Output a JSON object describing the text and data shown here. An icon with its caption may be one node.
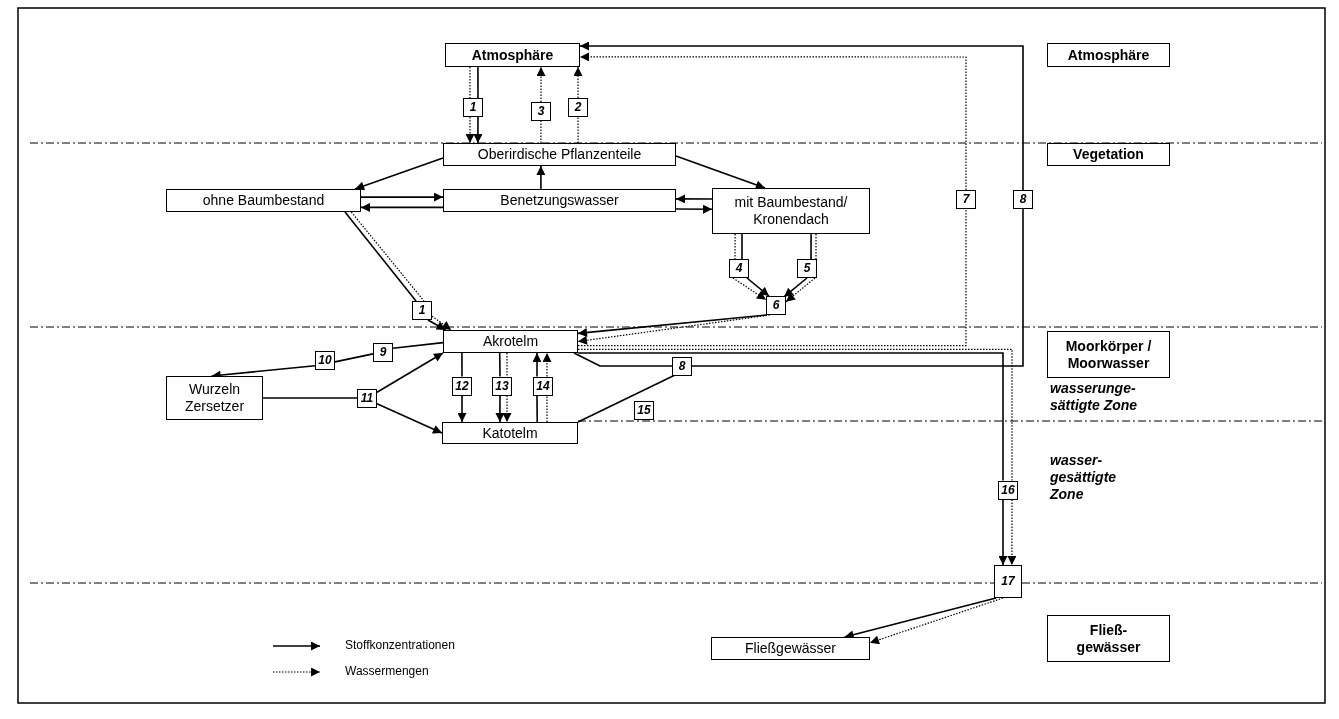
{
  "diagram": {
    "nodes": [
      {
        "text": [
          "Atmosphäre"
        ]
      },
      {
        "text": [
          "Oberirdische Pflanzenteile"
        ]
      },
      {
        "text": [
          "ohne Baumbestand"
        ]
      },
      {
        "text": [
          "Benetzungswasser"
        ]
      },
      {
        "text": [
          "mit Baumbestand/ Kronendach"
        ]
      },
      {
        "text": [
          "6"
        ]
      },
      {
        "text": [
          "Akrotelm"
        ]
      },
      {
        "text": [
          "Wurzeln Zersetzer"
        ]
      },
      {
        "text": [
          "Katotelm"
        ]
      },
      {
        "text": [
          "17"
        ]
      },
      {
        "text": [
          "Fließgewässer"
        ]
      },
      {
        "text": [
          "Atmosphäre"
        ]
      },
      {
        "text": [
          "Vegetation"
        ]
      },
      {
        "text": [
          "Moorkörper / Moorwasser"
        ]
      },
      {
        "text": [
          "Fließ- gewässer"
        ]
      },
      {
        "text": [
          "1"
        ]
      },
      {
        "text": [
          "3"
        ]
      },
      {
        "text": [
          "2"
        ]
      },
      {
        "text": [
          "1"
        ]
      },
      {
        "text": [
          "4"
        ]
      },
      {
        "text": [
          "5"
        ]
      },
      {
        "text": [
          "7"
        ]
      },
      {
        "text": [
          "8"
        ]
      },
      {
        "text": [
          "9"
        ]
      },
      {
        "text": [
          "10"
        ]
      },
      {
        "text": [
          "8"
        ]
      },
      {
        "text": [
          "11"
        ]
      },
      {
        "text": [
          "12"
        ]
      },
      {
        "text": [
          "13"
        ]
      },
      {
        "text": [
          "14"
        ]
      },
      {
        "text": [
          "15"
        ]
      },
      {
        "text": [
          "16"
        ]
      }
    ],
    "edges": [
      {
        "from": 0,
        "to": 15,
        "arrow": "none"
      },
      {
        "from": 15,
        "to": 1,
        "arrow": "to"
      },
      {
        "from": 0,
        "to": 15,
        "arrow": "none",
        "style": "dashed"
      },
      {
        "from": 15,
        "to": 1,
        "arrow": "to",
        "style": "dashed"
      },
      {
        "from": 1,
        "to": 16,
        "arrow": "none",
        "style": "dashed"
      },
      {
        "from": 16,
        "to": 0,
        "arrow": "to",
        "style": "dashed"
      },
      {
        "from": 1,
        "to": 17,
        "arrow": "none",
        "style": "dashed"
      },
      {
        "from": 17,
        "to": 0,
        "arrow": "to",
        "style": "dashed"
      },
      {
        "from": 1,
        "to": 2,
        "arrow": "to"
      },
      {
        "from": 1,
        "to": 4,
        "arrow": "to"
      },
      {
        "from": 3,
        "to": 1,
        "arrow": "to"
      },
      {
        "from": 2,
        "to": 3,
        "arrow": "to"
      },
      {
        "from": 3,
        "to": 2,
        "arrow": "to"
      },
      {
        "from": 4,
        "to": 3,
        "arrow": "to"
      },
      {
        "from": 3,
        "to": 4,
        "arrow": "to"
      },
      {
        "from": 2,
        "to": 18,
        "arrow": "none"
      },
      {
        "from": 18,
        "to": 6,
        "arrow": "to"
      },
      {
        "from": 2,
        "to": 18,
        "arrow": "none",
        "style": "dashed"
      },
      {
        "from": 18,
        "to": 6,
        "arrow": "to",
        "style": "dashed"
      },
      {
        "from": 4,
        "to": 19,
        "arrow": "none"
      },
      {
        "from": 19,
        "to": 5,
        "arrow": "to"
      },
      {
        "from": 4,
        "to": 19,
        "arrow": "none",
        "style": "dashed"
      },
      {
        "from": 19,
        "to": 5,
        "arrow": "to",
        "style": "dashed"
      },
      {
        "from": 4,
        "to": 20,
        "arrow": "none"
      },
      {
        "from": 20,
        "to": 5,
        "arrow": "to"
      },
      {
        "from": 4,
        "to": 20,
        "arrow": "none",
        "style": "dashed"
      },
      {
        "from": 20,
        "to": 5,
        "arrow": "to",
        "style": "dashed"
      },
      {
        "from": 5,
        "to": 6,
        "arrow": "to"
      },
      {
        "from": 5,
        "to": 6,
        "arrow": "to",
        "style": "dashed"
      },
      {
        "from": 6,
        "to": 21,
        "arrow": "none",
        "style": "dashed"
      },
      {
        "from": 21,
        "to": 0,
        "arrow": "to",
        "style": "dashed"
      },
      {
        "from": 6,
        "to": 25,
        "arrow": "none"
      },
      {
        "from": 8,
        "to": 25,
        "arrow": "none"
      },
      {
        "from": 25,
        "to": 22,
        "arrow": "none"
      },
      {
        "from": 22,
        "to": 0,
        "arrow": "to"
      },
      {
        "from": 6,
        "to": 31,
        "arrow": "none"
      },
      {
        "from": 31,
        "to": 9,
        "arrow": "to"
      },
      {
        "from": 6,
        "to": 31,
        "arrow": "none",
        "style": "dashed"
      },
      {
        "from": 31,
        "to": 9,
        "arrow": "to",
        "style": "dashed"
      },
      {
        "from": 9,
        "to": 10,
        "arrow": "to"
      },
      {
        "from": 9,
        "to": 10,
        "arrow": "to",
        "style": "dashed"
      },
      {
        "from": 6,
        "to": 23,
        "arrow": "none"
      },
      {
        "from": 23,
        "to": 24,
        "arrow": "none"
      },
      {
        "from": 24,
        "to": 7,
        "arrow": "to"
      },
      {
        "from": 7,
        "to": 26,
        "arrow": "none"
      },
      {
        "from": 26,
        "to": 6,
        "arrow": "to"
      },
      {
        "from": 26,
        "to": 8,
        "arrow": "to"
      },
      {
        "from": 6,
        "to": 27,
        "arrow": "none"
      },
      {
        "from": 27,
        "to": 8,
        "arrow": "to"
      },
      {
        "from": 6,
        "to": 28,
        "arrow": "none"
      },
      {
        "from": 28,
        "to": 8,
        "arrow": "to"
      },
      {
        "from": 6,
        "to": 28,
        "arrow": "none",
        "style": "dashed"
      },
      {
        "from": 28,
        "to": 8,
        "arrow": "to",
        "style": "dashed"
      },
      {
        "from": 8,
        "to": 29,
        "arrow": "none"
      },
      {
        "from": 29,
        "to": 6,
        "arrow": "to"
      },
      {
        "from": 8,
        "to": 29,
        "arrow": "none",
        "style": "dashed"
      },
      {
        "from": 29,
        "to": 6,
        "arrow": "to",
        "style": "dashed"
      }
    ],
    "labels": [
      "wasserunge- sättigte Zone",
      "wasser- gesättigte Zone"
    ],
    "legend": [
      {
        "text": "Stoffkonzentrationen"
      },
      {
        "text": "Wassermengen"
      }
    ]
  }
}
